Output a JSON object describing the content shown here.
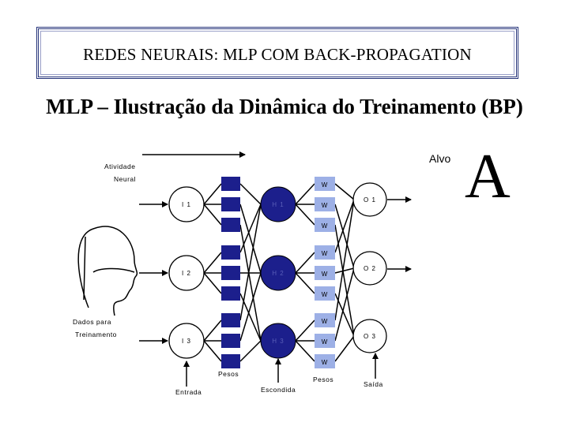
{
  "header": {
    "title": "REDES NEURAIS: MLP COM BACK-PROPAGATION"
  },
  "subtitle": "MLP – Ilustração da Dinâmica do Treinamento (BP)",
  "diagram": {
    "activity_label_1": "Atividade",
    "activity_label_2": "Neural",
    "target_label": "Alvo",
    "target_symbol": "A",
    "data_label_1": "Dados para",
    "data_label_2": "Treinamento",
    "inputs": [
      "I 1",
      "I 2",
      "I 3"
    ],
    "hidden": [
      "H 1",
      "H 2",
      "H 3"
    ],
    "outputs": [
      "O 1",
      "O 2",
      "O 3"
    ],
    "weight_label": "W",
    "bottom_labels": {
      "input": "Entrada",
      "weights_1": "Pesos",
      "hidden": "Escondida",
      "weights_2": "Pesos",
      "output": "Saída"
    },
    "colors": {
      "active": "#1c1f8c",
      "inactive": "#9db0e6",
      "line": "#000000"
    }
  }
}
